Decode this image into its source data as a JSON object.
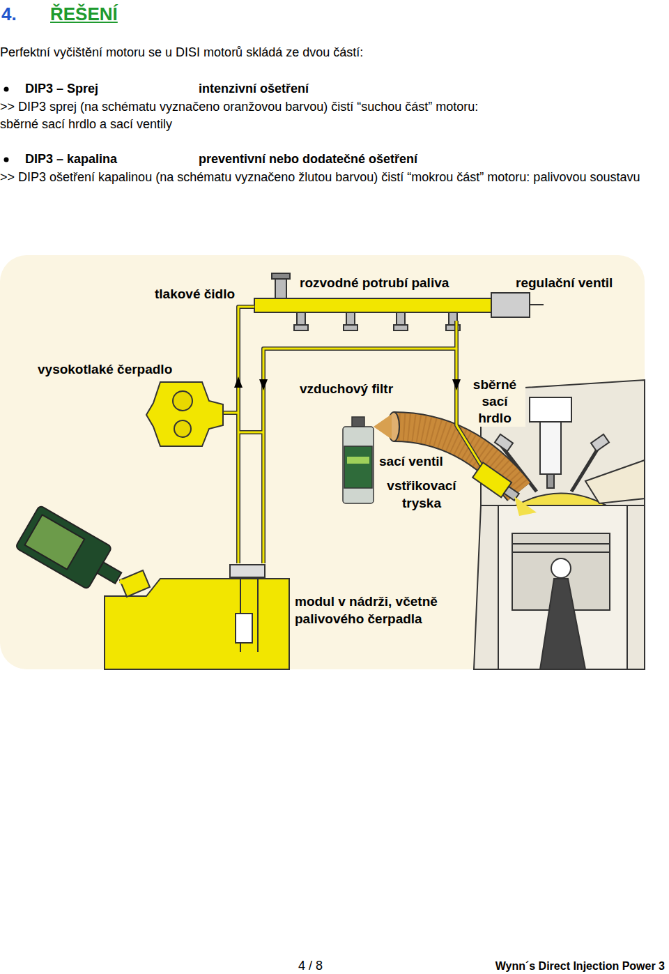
{
  "diagram": {
    "title": "ŘEŠENÍ",
    "labels": [
      "4.",
      "Perfektní vyčištění motoru se u DISI motorů skládá ze dvou částí:",
      "DIP3 – Sprej",
      "intenzivní ošetření",
      ">> DIP3 sprej (na schématu vyznačeno oranžovou barvou) čistí “suchou část” motoru: sběrné sací hrdlo a sací ventily",
      "DIP3 – kapalina",
      "preventivní nebo dodatečné ošetření",
      ">> DIP3 ošetření kapalinou (na schématu vyznačeno žlutou barvou) čistí “mokrou část” motoru: palivovou soustavu",
      "tlakové čidlo",
      "rozvodné potrubí paliva",
      "regulační ventil",
      "vysokotlaké čerpadlo",
      "vzduchový filtr",
      "sběrné sací hrdlo",
      "sací ventil",
      "vstřikovací tryska",
      "modul v nádrži, včetně palivového čerpadla",
      "4 / 8",
      "Wynn´s Direct Injection Power 3"
    ]
  }
}
